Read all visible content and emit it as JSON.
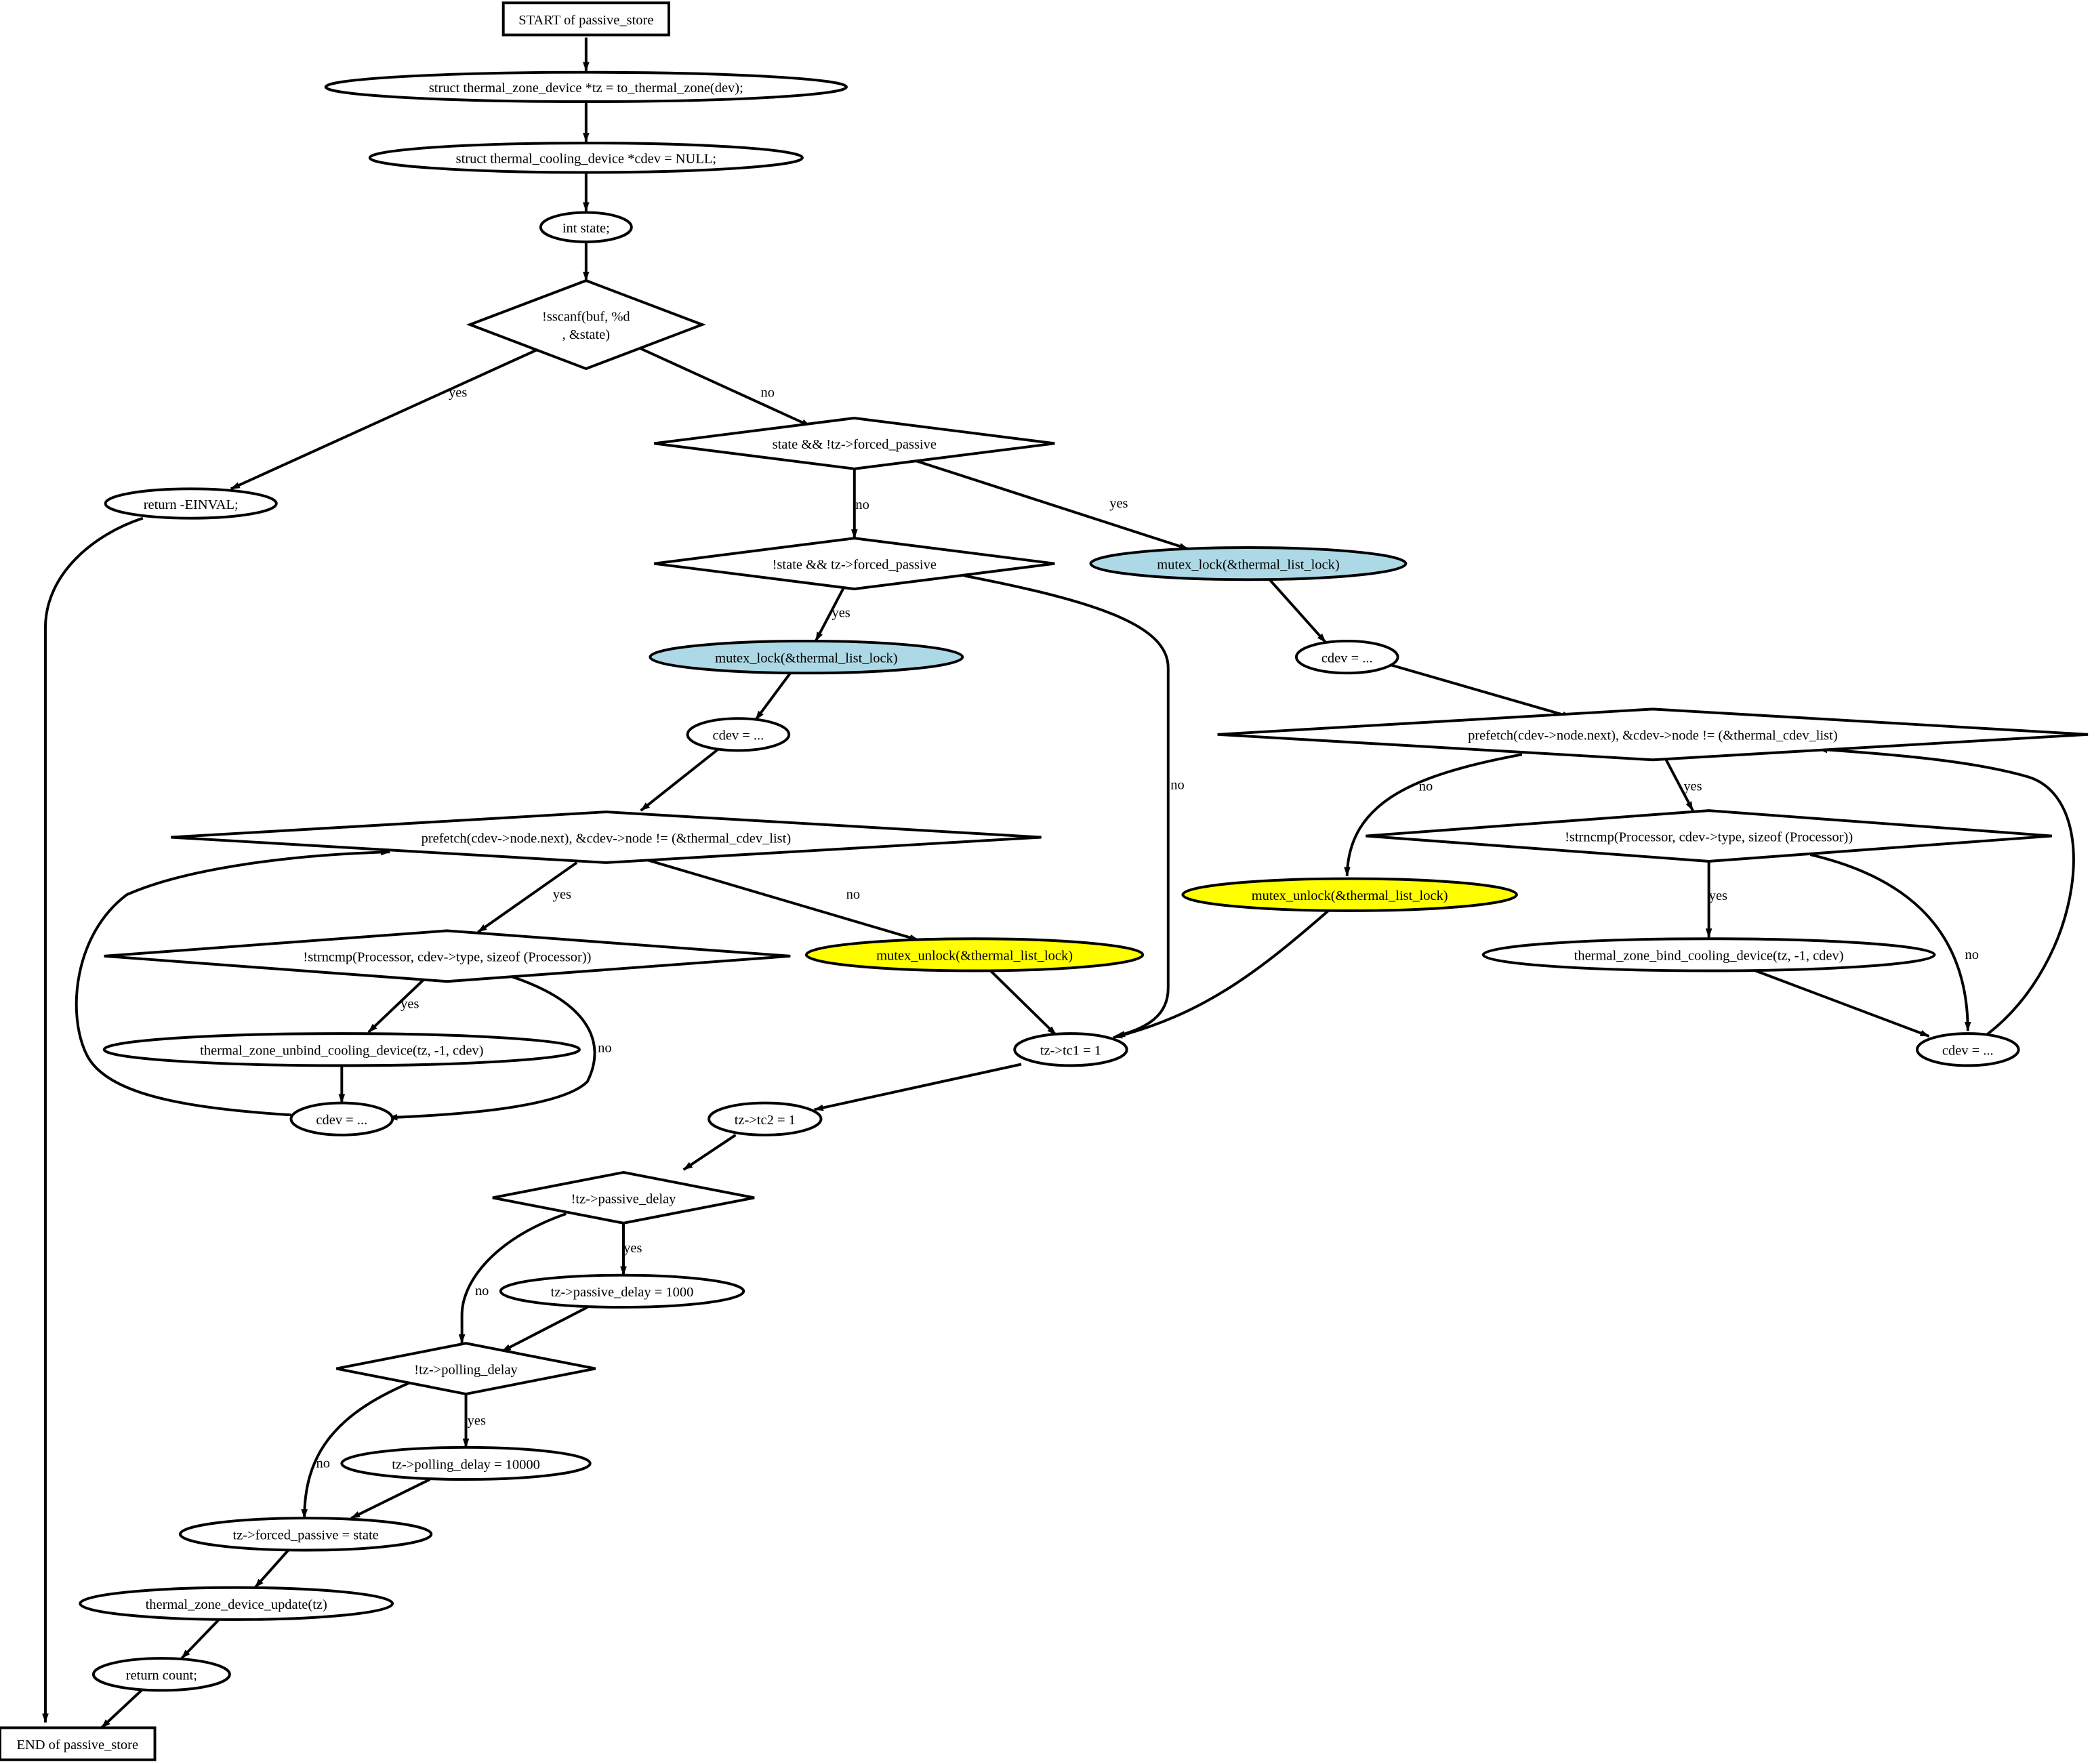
{
  "diagram": {
    "nodes": {
      "start": {
        "lines": [
          "START of passive_store"
        ],
        "fill": "#ffffff"
      },
      "decl_tz": {
        "lines": [
          "struct thermal_zone_device *tz = to_thermal_zone(dev);"
        ],
        "fill": "#ffffff"
      },
      "decl_cdev": {
        "lines": [
          "struct thermal_cooling_device *cdev = NULL;"
        ],
        "fill": "#ffffff"
      },
      "decl_state": {
        "lines": [
          "int state;"
        ],
        "fill": "#ffffff"
      },
      "if_sscanf": {
        "lines": [
          "!sscanf(buf, %d",
          ", &state)"
        ],
        "fill": "#ffffff"
      },
      "ret_einval": {
        "lines": [
          "return -EINVAL;"
        ],
        "fill": "#ffffff"
      },
      "if_state_on": {
        "lines": [
          "state && !tz->forced_passive"
        ],
        "fill": "#ffffff"
      },
      "if_state_off": {
        "lines": [
          "!state && tz->forced_passive"
        ],
        "fill": "#ffffff"
      },
      "lock_r": {
        "lines": [
          "mutex_lock(&thermal_list_lock)"
        ],
        "fill": "#add8e6"
      },
      "lock_l": {
        "lines": [
          "mutex_lock(&thermal_list_lock)"
        ],
        "fill": "#add8e6"
      },
      "cdev_r": {
        "lines": [
          "cdev = ..."
        ],
        "fill": "#ffffff"
      },
      "cdev_l": {
        "lines": [
          "cdev = ..."
        ],
        "fill": "#ffffff"
      },
      "loop_r": {
        "lines": [
          "prefetch(cdev->node.next), &cdev->node != (&thermal_cdev_list)"
        ],
        "fill": "#ffffff"
      },
      "loop_l": {
        "lines": [
          "prefetch(cdev->node.next), &cdev->node != (&thermal_cdev_list)"
        ],
        "fill": "#ffffff"
      },
      "strncmp_r": {
        "lines": [
          "!strncmp(Processor, cdev->type, sizeof (Processor))"
        ],
        "fill": "#ffffff"
      },
      "strncmp_l": {
        "lines": [
          "!strncmp(Processor, cdev->type, sizeof (Processor))"
        ],
        "fill": "#ffffff"
      },
      "unlock_r": {
        "lines": [
          "mutex_unlock(&thermal_list_lock)"
        ],
        "fill": "#ffff00"
      },
      "unlock_l": {
        "lines": [
          "mutex_unlock(&thermal_list_lock)"
        ],
        "fill": "#ffff00"
      },
      "bind": {
        "lines": [
          "thermal_zone_bind_cooling_device(tz, -1, cdev)"
        ],
        "fill": "#ffffff"
      },
      "unbind": {
        "lines": [
          "thermal_zone_unbind_cooling_device(tz, -1, cdev)"
        ],
        "fill": "#ffffff"
      },
      "cdev_next_r": {
        "lines": [
          "cdev = ..."
        ],
        "fill": "#ffffff"
      },
      "cdev_next_l": {
        "lines": [
          "cdev = ..."
        ],
        "fill": "#ffffff"
      },
      "tc1": {
        "lines": [
          "tz->tc1 = 1"
        ],
        "fill": "#ffffff"
      },
      "tc2": {
        "lines": [
          "tz->tc2 = 1"
        ],
        "fill": "#ffffff"
      },
      "if_pdelay": {
        "lines": [
          "!tz->passive_delay"
        ],
        "fill": "#ffffff"
      },
      "set_pdelay": {
        "lines": [
          "tz->passive_delay = 1000"
        ],
        "fill": "#ffffff"
      },
      "if_poll": {
        "lines": [
          "!tz->polling_delay"
        ],
        "fill": "#ffffff"
      },
      "set_poll": {
        "lines": [
          "tz->polling_delay = 10000"
        ],
        "fill": "#ffffff"
      },
      "set_forced": {
        "lines": [
          "tz->forced_passive = state"
        ],
        "fill": "#ffffff"
      },
      "update": {
        "lines": [
          "thermal_zone_device_update(tz)"
        ],
        "fill": "#ffffff"
      },
      "ret_count": {
        "lines": [
          "return count;"
        ],
        "fill": "#ffffff"
      },
      "end": {
        "lines": [
          "END of passive_store"
        ],
        "fill": "#ffffff"
      }
    },
    "edge_labels": {
      "yes": "yes",
      "no": "no"
    }
  }
}
